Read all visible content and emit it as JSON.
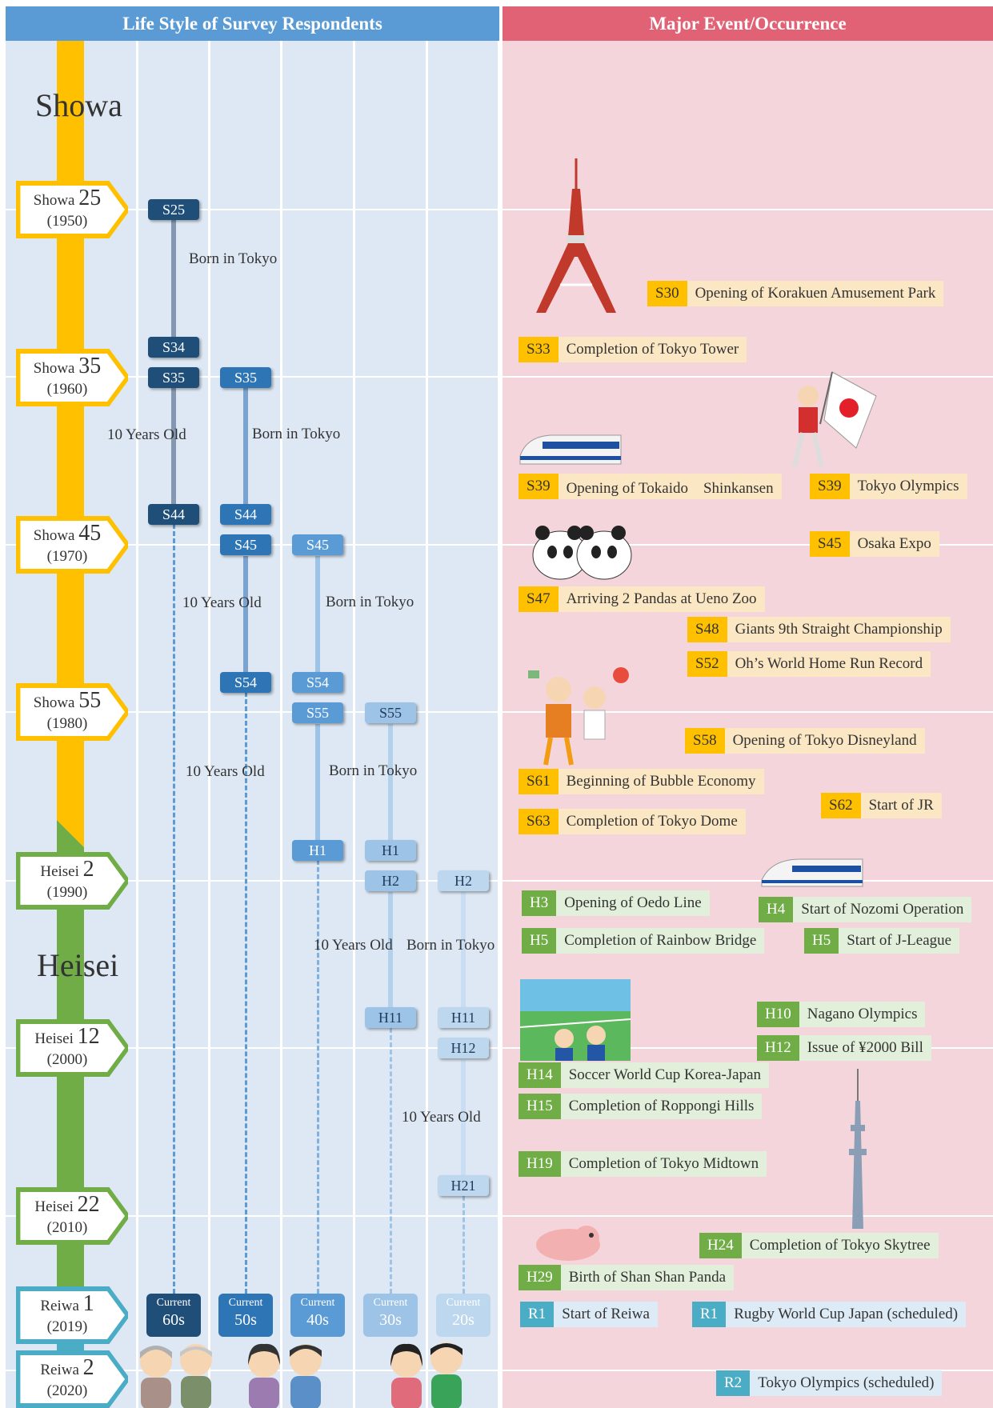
{
  "headers": {
    "left": "Life Style of Survey Respondents",
    "right": "Major Event/Occurrence"
  },
  "eras": {
    "showa": "Showa",
    "heisei": "Heisei"
  },
  "timeline_tags": [
    {
      "era": "Showa",
      "num": "25",
      "year": "(1950)"
    },
    {
      "era": "Showa",
      "num": "35",
      "year": "(1960)"
    },
    {
      "era": "Showa",
      "num": "45",
      "year": "(1970)"
    },
    {
      "era": "Showa",
      "num": "55",
      "year": "(1980)"
    },
    {
      "era": "Heisei",
      "num": "2",
      "year": "(1990)"
    },
    {
      "era": "Heisei",
      "num": "12",
      "year": "(2000)"
    },
    {
      "era": "Heisei",
      "num": "22",
      "year": "(2010)"
    },
    {
      "era": "Reiwa",
      "num": "1",
      "year": "(2019)"
    },
    {
      "era": "Reiwa",
      "num": "2",
      "year": "(2020)"
    }
  ],
  "cohorts": [
    {
      "labels": [
        "S25",
        "S34",
        "S35",
        "S44"
      ],
      "current_label": "Current",
      "current_age": "60s"
    },
    {
      "labels": [
        "S35",
        "S44",
        "S45",
        "S54"
      ],
      "current_label": "Current",
      "current_age": "50s"
    },
    {
      "labels": [
        "S45",
        "S54",
        "S55",
        "H1"
      ],
      "current_label": "Current",
      "current_age": "40s"
    },
    {
      "labels": [
        "S55",
        "H1",
        "H2",
        "H11"
      ],
      "current_label": "Current",
      "current_age": "30s"
    },
    {
      "labels": [
        "H2",
        "H11",
        "H12",
        "H21"
      ],
      "current_label": "Current",
      "current_age": "20s"
    }
  ],
  "annotations": {
    "born": "Born in Tokyo",
    "ten": "10 Years Old"
  },
  "events": [
    {
      "code": "S30",
      "text": "Opening of Korakuen Amusement Park"
    },
    {
      "code": "S33",
      "text": "Completion of Tokyo Tower"
    },
    {
      "code": "S39",
      "text": "Opening of Tokaido　Shinkansen"
    },
    {
      "code": "S39",
      "text": "Tokyo Olympics"
    },
    {
      "code": "S45",
      "text": "Osaka Expo"
    },
    {
      "code": "S47",
      "text": "Arriving 2 Pandas at Ueno Zoo"
    },
    {
      "code": "S48",
      "text": "Giants 9th Straight Championship"
    },
    {
      "code": "S52",
      "text": "Oh’s World Home Run Record"
    },
    {
      "code": "S58",
      "text": "Opening of Tokyo Disneyland"
    },
    {
      "code": "S61",
      "text": "Beginning of Bubble Economy"
    },
    {
      "code": "S62",
      "text": "Start of JR"
    },
    {
      "code": "S63",
      "text": "Completion of Tokyo Dome"
    },
    {
      "code": "H3",
      "text": "Opening of Oedo Line"
    },
    {
      "code": "H4",
      "text": "Start of Nozomi Operation"
    },
    {
      "code": "H5",
      "text": "Completion of Rainbow Bridge"
    },
    {
      "code": "H5",
      "text": "Start of J-League"
    },
    {
      "code": "H10",
      "text": "Nagano Olympics"
    },
    {
      "code": "H12",
      "text": "Issue of ¥2000 Bill"
    },
    {
      "code": "H14",
      "text": "Soccer World Cup Korea-Japan"
    },
    {
      "code": "H15",
      "text": "Completion of Roppongi Hills"
    },
    {
      "code": "H19",
      "text": "Completion of Tokyo Midtown"
    },
    {
      "code": "H24",
      "text": "Completion of Tokyo Skytree"
    },
    {
      "code": "H29",
      "text": "Birth of Shan Shan Panda"
    },
    {
      "code": "R1",
      "text": "Start of Reiwa"
    },
    {
      "code": "R1",
      "text": "Rugby World Cup Japan (scheduled)"
    },
    {
      "code": "R2",
      "text": "Tokyo Olympics (scheduled)"
    }
  ],
  "colors": {
    "showa_bar": "#ffc000",
    "heisei_bar": "#70ad47",
    "reiwa_bar": "#4bacc6",
    "left_header": "#5b9bd5",
    "right_header": "#e26275"
  }
}
